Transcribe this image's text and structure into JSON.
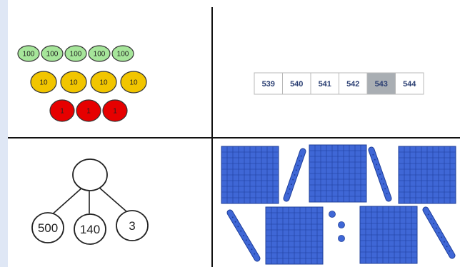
{
  "colors": {
    "left_strip": "#dfe7f5",
    "divider": "#111111",
    "hundreds_fill": "#a6e59a",
    "tens_fill": "#f1c500",
    "ones_fill": "#e60000",
    "highlight_cell": "#a9aeb3",
    "block_blue": "#3f67d6",
    "block_grid": "#1f3f9a"
  },
  "place_value_counters": {
    "hundreds": [
      "100",
      "100",
      "100",
      "100",
      "100"
    ],
    "tens": [
      "10",
      "10",
      "10",
      "10"
    ],
    "ones": [
      "1",
      "1",
      "1"
    ]
  },
  "number_track": {
    "cells": [
      "539",
      "540",
      "541",
      "542",
      "543",
      "544"
    ],
    "highlighted": "543"
  },
  "part_whole": {
    "whole": "",
    "parts": [
      "500",
      "140",
      "3"
    ]
  },
  "base_ten": {
    "hundreds_count": 5,
    "tens_count": 4,
    "ones_count": 3
  }
}
